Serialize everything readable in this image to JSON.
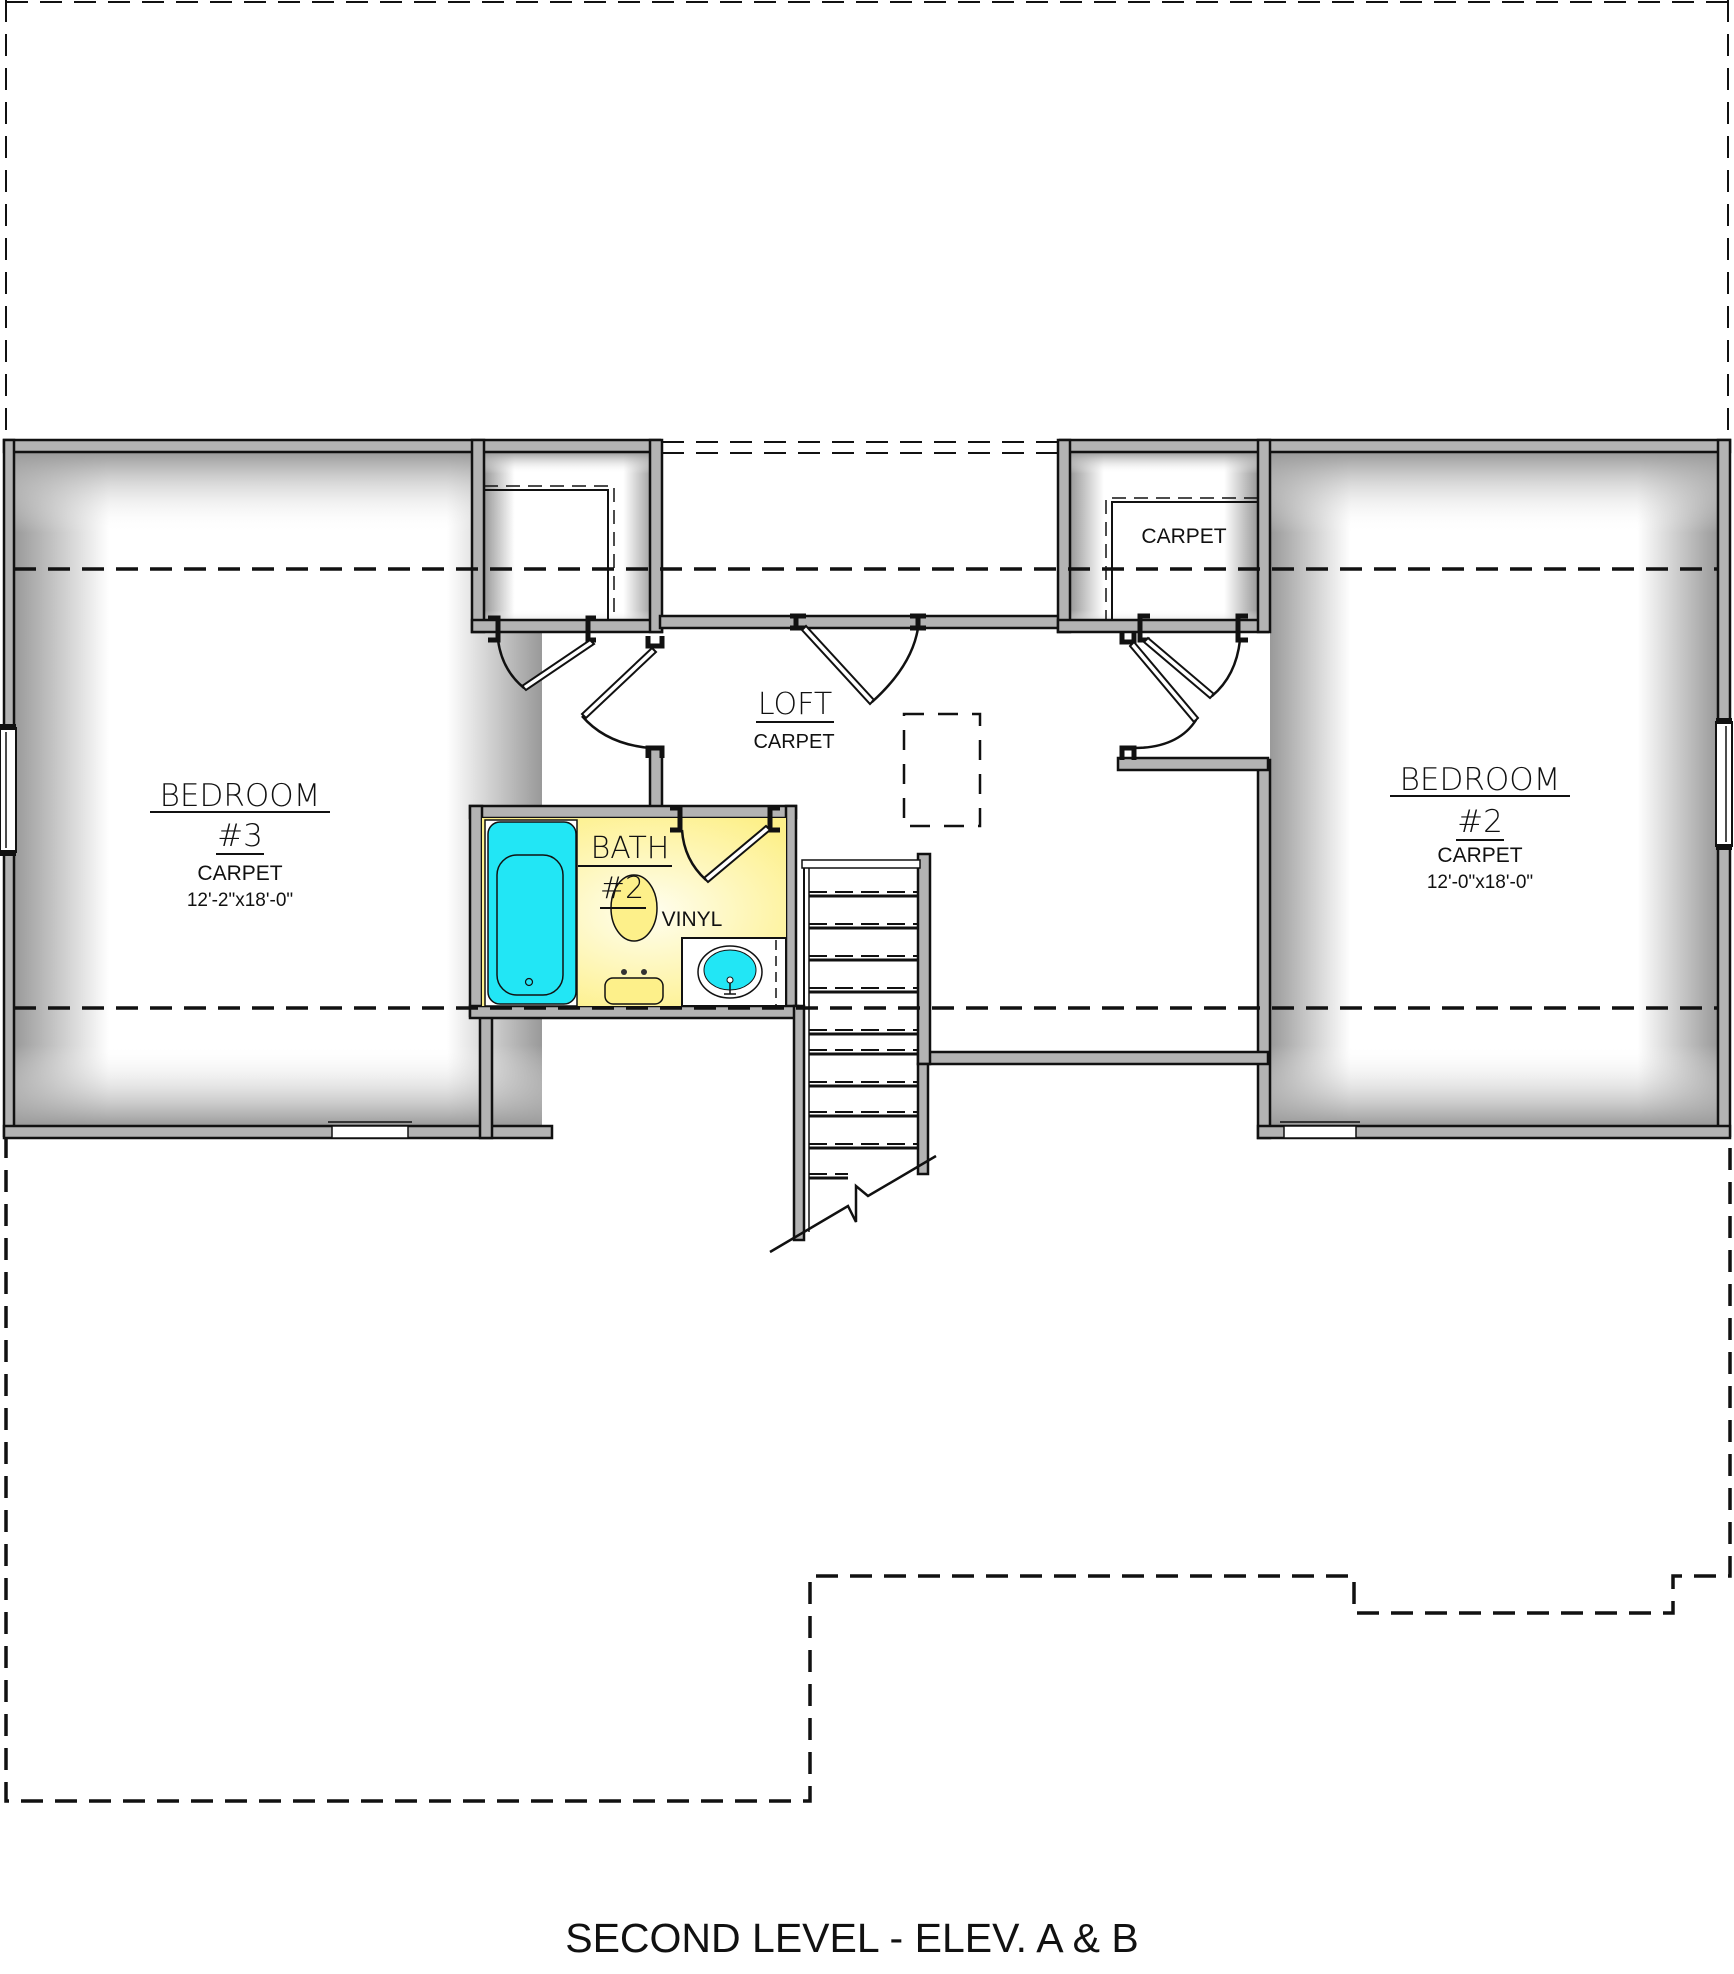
{
  "drawing": {
    "title": "SECOND LEVEL - ELEV. A & B"
  },
  "rooms": {
    "bedroom3": {
      "name": "BEDROOM",
      "number": "#3",
      "floor": "CARPET",
      "size": "12'-2\"x18'-0\""
    },
    "bedroom2": {
      "name": "BEDROOM",
      "number": "#2",
      "floor": "CARPET",
      "size": "12'-0\"x18'-0\""
    },
    "loft": {
      "name": "LOFT",
      "floor": "CARPET"
    },
    "bath2": {
      "name": "BATH",
      "number": "#2",
      "floor": "VINYL"
    },
    "closet_right": {
      "floor": "CARPET"
    }
  },
  "colors": {
    "wall": "#b3b3b3",
    "tub": "#22e6f5",
    "bath_floor": "#fdf08a",
    "line": "#111111"
  },
  "icons": [
    "bathtub-icon",
    "toilet-icon",
    "sink-icon",
    "door-swing-icon",
    "window-icon",
    "stair-icon",
    "attic-access-icon"
  ]
}
